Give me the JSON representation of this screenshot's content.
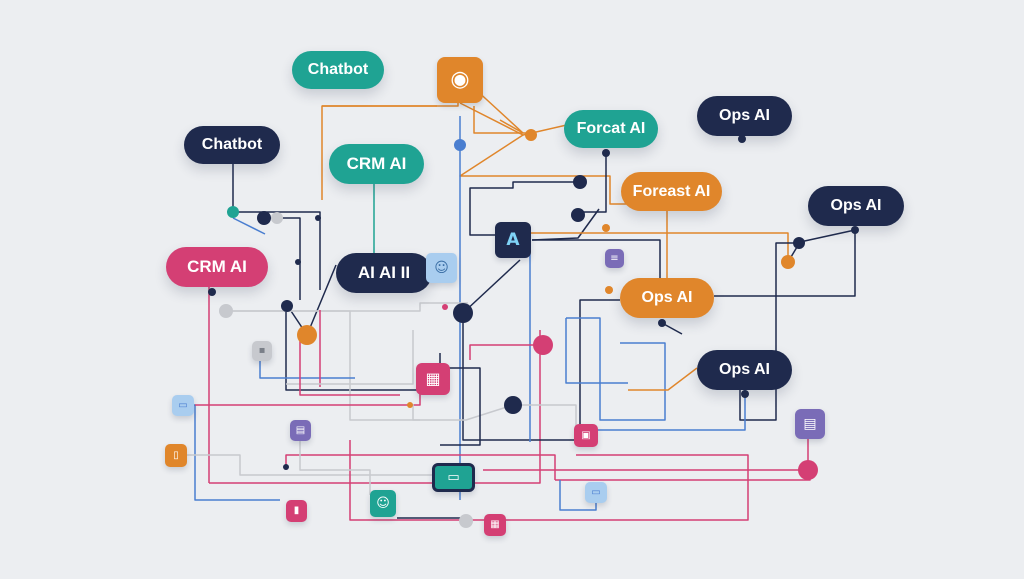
{
  "colors": {
    "background": "#eceef1",
    "navy": "#1f2a4d",
    "teal": "#1fa393",
    "orange": "#e0862b",
    "pink": "#d43f74",
    "blue": "#4a7ed0",
    "purple": "#7a6cb7",
    "lightblue": "#a9cdef",
    "grey": "#c7c9ce"
  },
  "nodes": [
    {
      "id": "chatbot-top",
      "label": "Chatbot",
      "color": "teal"
    },
    {
      "id": "chatbot-left",
      "label": "Chatbot",
      "color": "navy"
    },
    {
      "id": "crm-ai-center",
      "label": "CRM AI",
      "color": "teal"
    },
    {
      "id": "crm-ai-left",
      "label": "CRM AI",
      "color": "pink"
    },
    {
      "id": "ai-aii",
      "label": "AI AI II",
      "color": "navy"
    },
    {
      "id": "forcat-ai",
      "label": "Forcat AI",
      "color": "teal"
    },
    {
      "id": "forecast-ai",
      "label": "Foreast AI",
      "color": "orange"
    },
    {
      "id": "ops-ai-top",
      "label": "Ops AI",
      "color": "navy"
    },
    {
      "id": "ops-ai-right",
      "label": "Ops AI",
      "color": "navy"
    },
    {
      "id": "ops-ai-orange",
      "label": "Ops AI",
      "color": "orange"
    },
    {
      "id": "ops-ai-lower",
      "label": "Ops AI",
      "color": "navy"
    }
  ],
  "icons": [
    {
      "id": "robot-face-icon",
      "glyph": "◉",
      "color": "orange"
    },
    {
      "id": "a-logo-icon",
      "glyph": "A",
      "color": "navy"
    },
    {
      "id": "chat-bubble-icon",
      "glyph": "☺",
      "color": "lightblue"
    },
    {
      "id": "list-icon",
      "glyph": "≡",
      "color": "purple"
    },
    {
      "id": "image-icon",
      "glyph": "▪",
      "color": "grey"
    },
    {
      "id": "grid-icon",
      "glyph": "▦",
      "color": "pink"
    },
    {
      "id": "message-icon",
      "glyph": "▭",
      "color": "lightblue"
    },
    {
      "id": "card-icon",
      "glyph": "▤",
      "color": "purple"
    },
    {
      "id": "doc-icon",
      "glyph": "▯",
      "color": "orange"
    },
    {
      "id": "lock-icon",
      "glyph": "▣",
      "color": "pink"
    },
    {
      "id": "server-icon",
      "glyph": "▤",
      "color": "purple"
    },
    {
      "id": "monitor-icon",
      "glyph": "▭",
      "color": "teal"
    },
    {
      "id": "person-icon",
      "glyph": "☺",
      "color": "teal"
    },
    {
      "id": "file-icon",
      "glyph": "▮",
      "color": "pink"
    },
    {
      "id": "box-icon",
      "glyph": "▦",
      "color": "pink"
    },
    {
      "id": "chat-small-icon",
      "glyph": "▭",
      "color": "lightblue"
    }
  ]
}
